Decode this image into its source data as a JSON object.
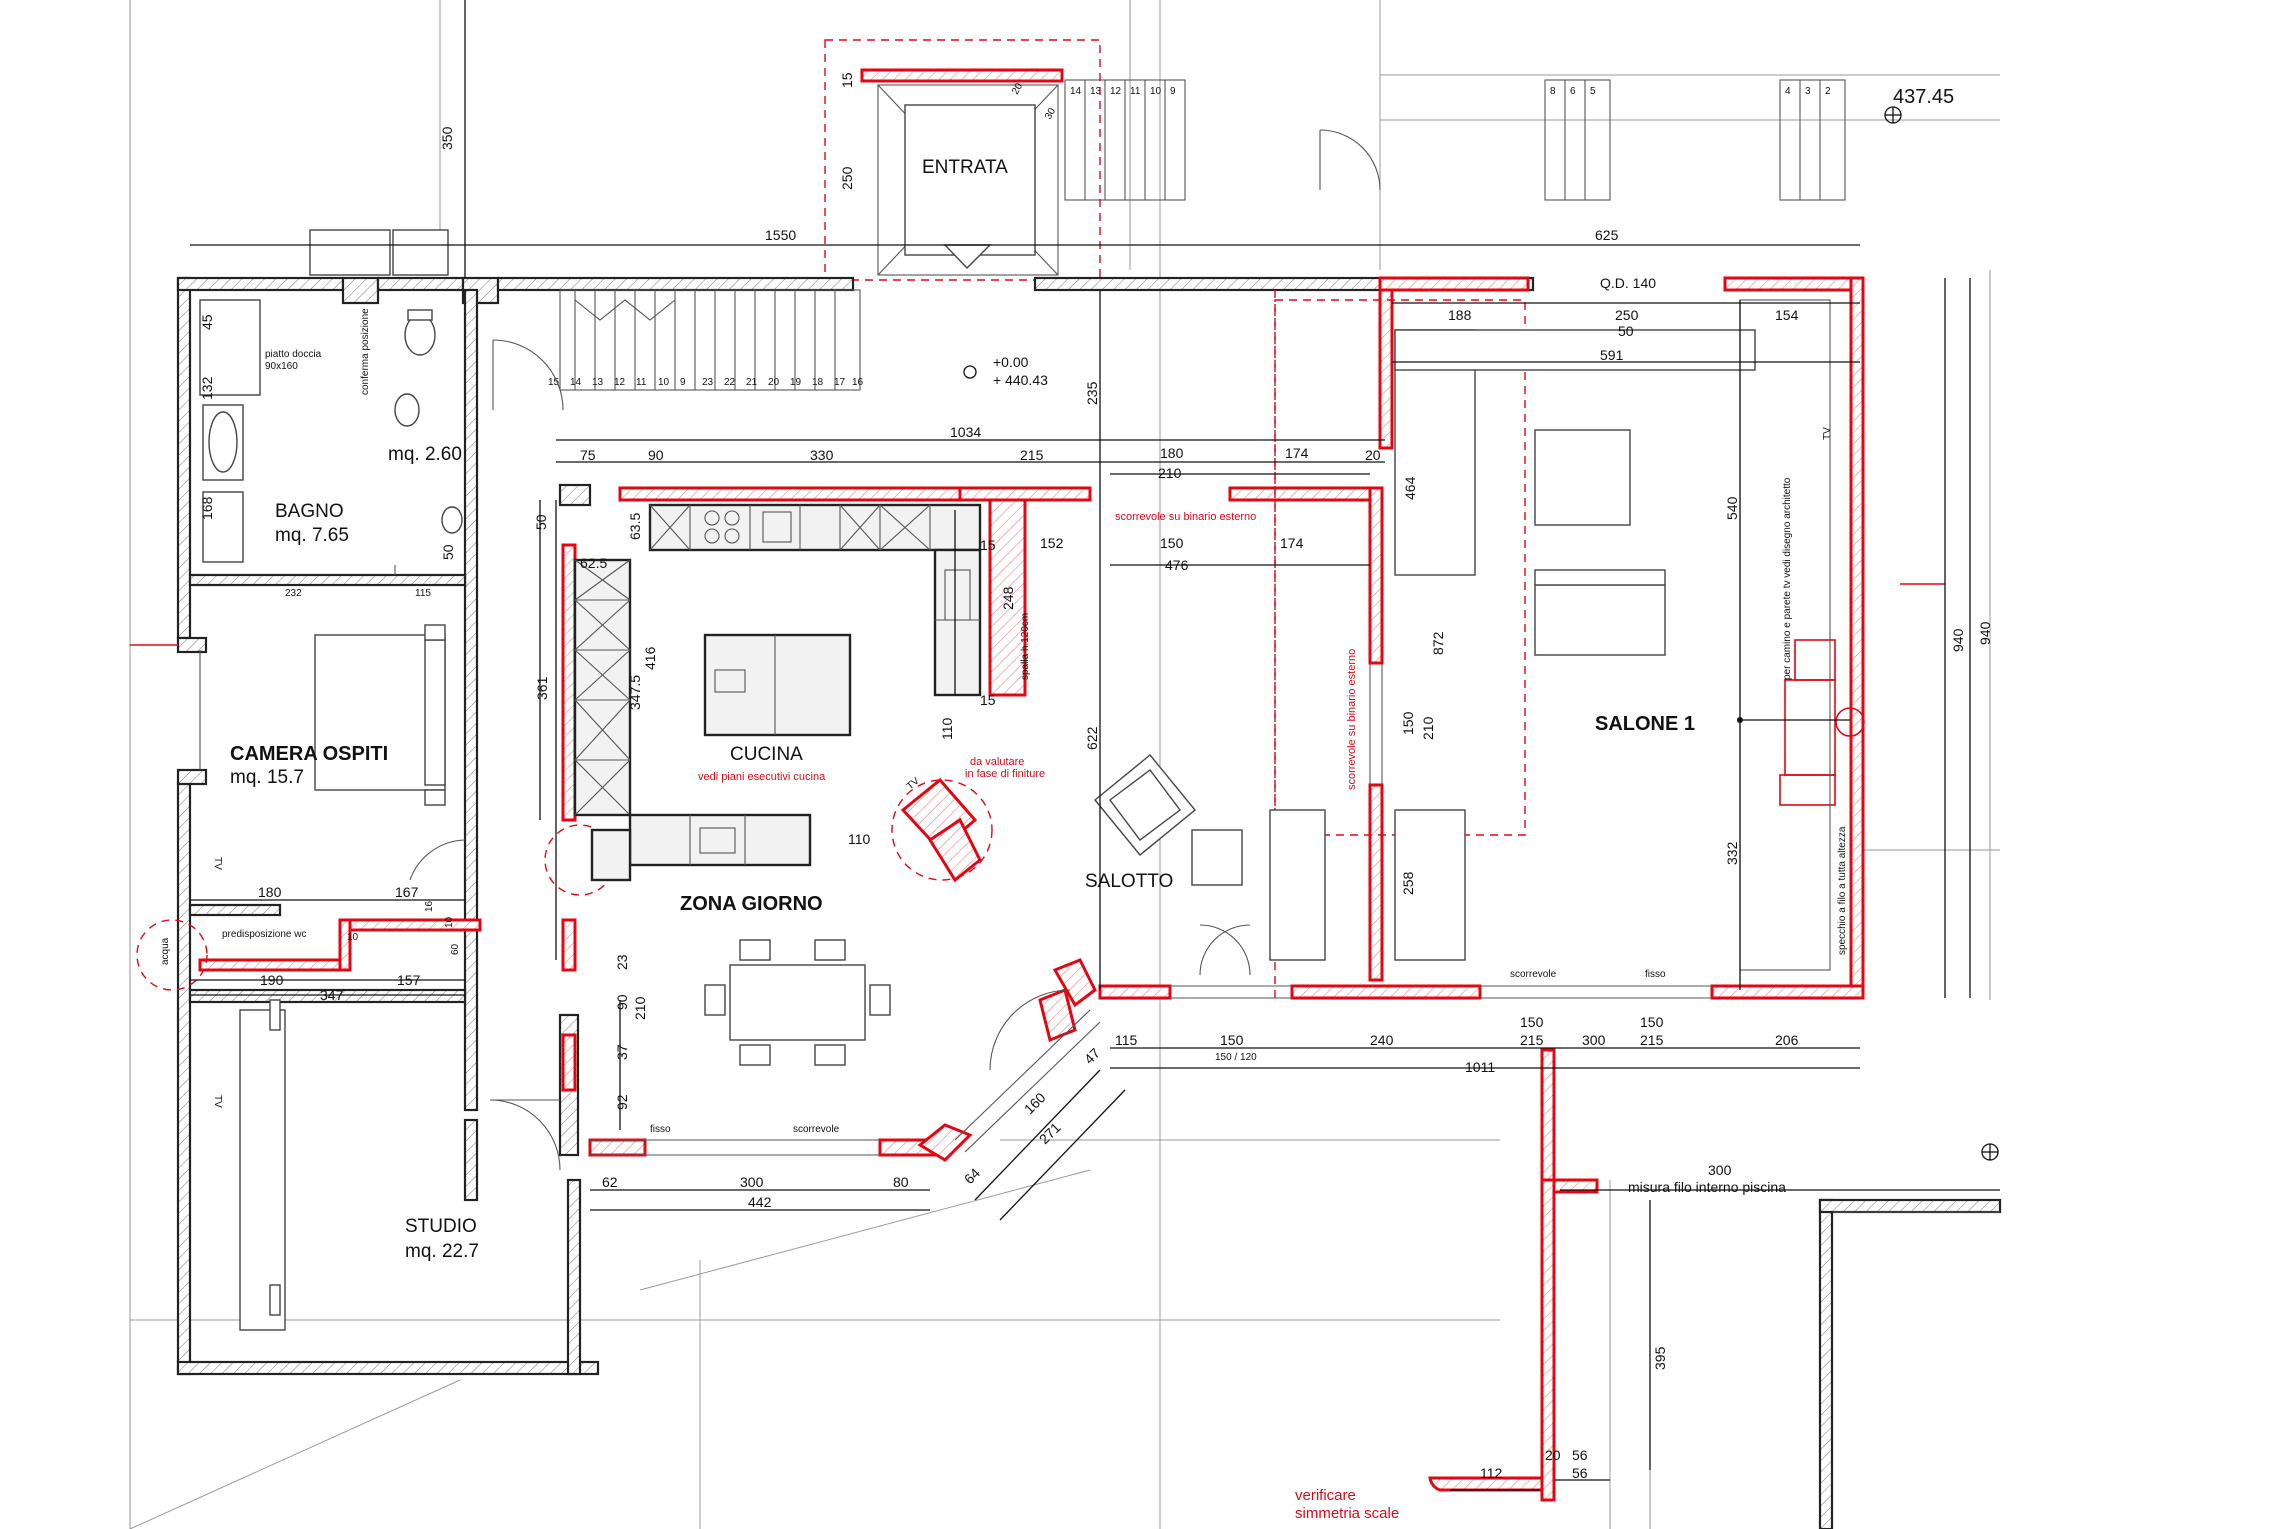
{
  "rooms": {
    "entrata": "ENTRATA",
    "bagno": "BAGNO",
    "bagno_area": "mq. 7.65",
    "wc_area": "mq. 2.60",
    "camera": "CAMERA OSPITI",
    "camera_area": "mq. 15.7",
    "cucina": "CUCINA",
    "cucina_note": "vedi piani esecutivi cucina",
    "zona_giorno": "ZONA GIORNO",
    "salotto": "SALOTTO",
    "salone": "SALONE 1",
    "studio": "STUDIO",
    "studio_area": "mq. 22.7"
  },
  "elevations": {
    "top_right": "437.45",
    "entrance_zero": "+0.00",
    "entrance_level": "+ 440.43"
  },
  "notes": {
    "piatto_doccia": "piatto doccia",
    "piatto_doccia_size": "90x160",
    "conferma_posizione": "conferma posizione",
    "predisposizione_wc": "predisposizione wc",
    "acqua": "acqua",
    "tv": "TV",
    "spalla": "spalla h.120cm",
    "fisso": "fisso",
    "scorrevole": "scorrevole",
    "qd": "Q.D. 140",
    "camino": "per camino e parete tv vedi disegno architetto",
    "specchio": "specchio a filo a tutta altezza",
    "misura_piscina": "misura filo interno piscina"
  },
  "red_notes": {
    "valutare_1": "da valutare",
    "valutare_2": "in fase di finiture",
    "scorrevole_binario": "scorrevole su binario esterno",
    "verificare_1": "verificare",
    "verificare_2": "simmetria scale"
  },
  "dimensions": {
    "d350": "350",
    "d250": "250",
    "d15a": "15",
    "d1550": "1550",
    "d625": "625",
    "d45": "45",
    "d132": "132",
    "d168": "168",
    "d50a": "50",
    "d232": "232",
    "d115a": "115",
    "d75": "75",
    "d90a": "90",
    "d330": "330",
    "d1034": "1034",
    "d215a": "215",
    "d180a": "180",
    "d210a": "210",
    "d174a": "174",
    "d20a": "20",
    "d235": "235",
    "d50b": "50",
    "d62_5": "62.5",
    "d63_5": "63.5",
    "d15b": "15",
    "d152": "152",
    "d150a": "150",
    "d174b": "174",
    "d476": "476",
    "d361": "361",
    "d416": "416",
    "d347_5": "347.5",
    "d248": "248",
    "d15c": "15",
    "d110a": "110",
    "d110b": "110",
    "d622": "622",
    "d464": "464",
    "d872": "872",
    "d150b": "150",
    "d210b": "210",
    "d258": "258",
    "d188": "188",
    "d250b": "250",
    "d50c": "50",
    "d154": "154",
    "d591": "591",
    "d540": "540",
    "d332": "332",
    "d940a": "940",
    "d940b": "940",
    "d180b": "180",
    "d167": "167",
    "d190": "190",
    "d157": "157",
    "d347": "347",
    "d16": "16",
    "d10": "10",
    "d60": "60",
    "d23": "23",
    "d90b": "90",
    "d210c": "210",
    "d37": "37",
    "d92": "92",
    "d62": "62",
    "d300a": "300",
    "d80": "80",
    "d442": "442",
    "d64": "64",
    "d160": "160",
    "d271": "271",
    "d47": "47",
    "d115b": "115",
    "d150c": "150",
    "d150_120": "150 / 120",
    "d240": "240",
    "d150d": "150",
    "d215b": "215",
    "d300b": "300",
    "d150e": "150",
    "d215c": "215",
    "d206": "206",
    "d1011": "1011",
    "d300c": "300",
    "d395": "395",
    "d20b": "20",
    "d56a": "56",
    "d112": "112",
    "d56b": "56",
    "d20c": "20",
    "d30": "30"
  },
  "stair_numbers": {
    "upper_left": [
      "14",
      "13",
      "12",
      "11",
      "10",
      "9"
    ],
    "upper_mid": [
      "8",
      "6",
      "5"
    ],
    "upper_right": [
      "4",
      "3",
      "2"
    ],
    "main_flight": [
      "15",
      "14",
      "13",
      "12",
      "11",
      "10",
      "9",
      "23",
      "22",
      "21",
      "20",
      "19",
      "18",
      "17",
      "16"
    ]
  },
  "colors": {
    "red": "#e30613",
    "line": "#222222",
    "background": "#ffffff"
  }
}
